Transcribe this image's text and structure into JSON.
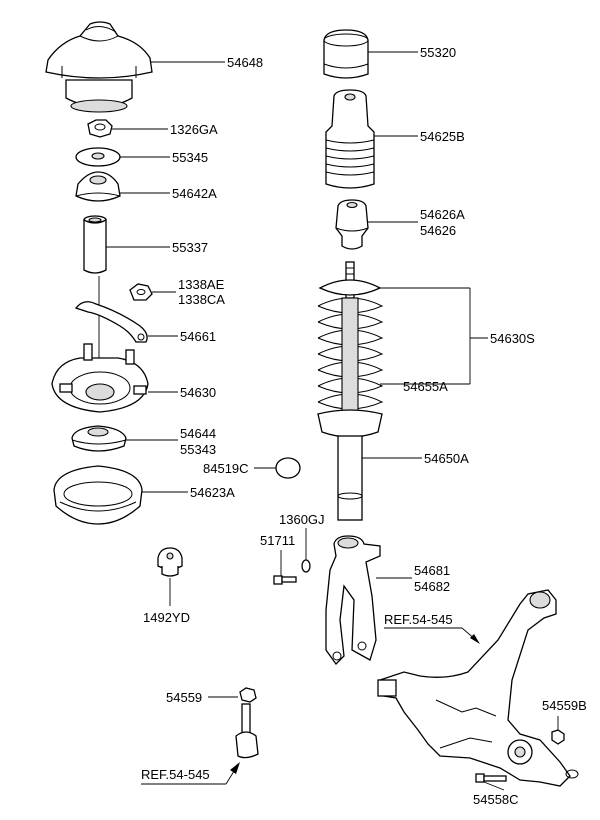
{
  "labels": {
    "l54648": "54648",
    "l1326GA": "1326GA",
    "l55345": "55345",
    "l54642A": "54642A",
    "l55337": "55337",
    "l1338AE": "1338AE",
    "l1338CA": "1338CA",
    "l54661": "54661",
    "l54630": "54630",
    "l54644": "54644",
    "l55343": "55343",
    "l84519C": "84519C",
    "l54623A": "54623A",
    "l1492YD": "1492YD",
    "l55320": "55320",
    "l54625B": "54625B",
    "l54626A": "54626A",
    "l54626": "54626",
    "l54630S": "54630S",
    "l54655A": "54655A",
    "l54650A": "54650A",
    "l1360GJ": "1360GJ",
    "l51711": "51711",
    "l54681": "54681",
    "l54682": "54682",
    "lref1": "REF.54-545",
    "l54559": "54559",
    "l54559B": "54559B",
    "lref2": "REF.54-545",
    "l54558C": "54558C"
  }
}
